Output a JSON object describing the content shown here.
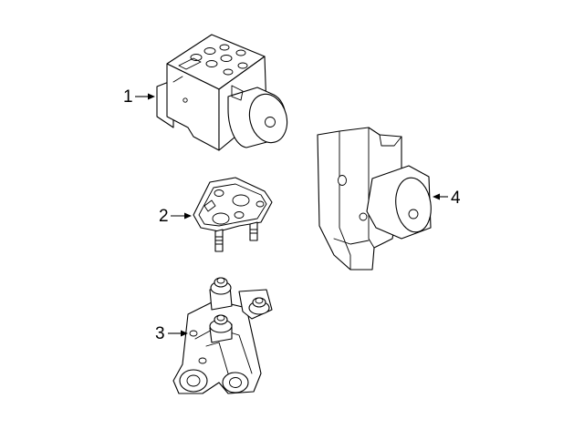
{
  "callouts": [
    {
      "id": 1,
      "label": "1",
      "part": "abs-modulator"
    },
    {
      "id": 2,
      "label": "2",
      "part": "mounting-bracket"
    },
    {
      "id": 3,
      "label": "3",
      "part": "support-bracket"
    },
    {
      "id": 4,
      "label": "4",
      "part": "abs-modulator-with-bracket"
    }
  ]
}
